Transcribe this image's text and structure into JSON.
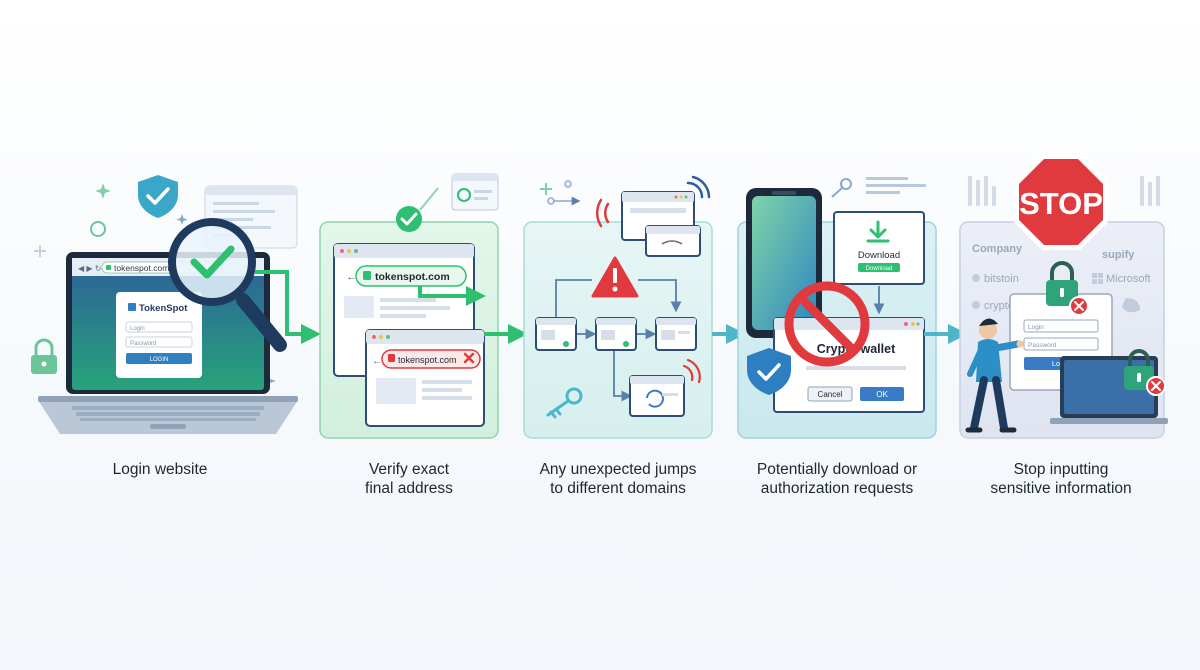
{
  "steps": [
    {
      "label_line1": "Login website",
      "label_line2": ""
    },
    {
      "label_line1": "Verify exact",
      "label_line2": "final address"
    },
    {
      "label_line1": "Any unexpected jumps",
      "label_line2": "to different domains"
    },
    {
      "label_line1": "Potentially download or",
      "label_line2": "authorization requests"
    },
    {
      "label_line1": "Stop inputting",
      "label_line2": "sensitive information"
    }
  ],
  "step1": {
    "url": "tokenspot.com",
    "brand": "TokenSpot",
    "login_placeholder": "Login",
    "password_placeholder": "Password",
    "login_button": "LOGIN"
  },
  "step2": {
    "good_url": "tokenspot.com",
    "bad_url": "tokenspot.com"
  },
  "step4": {
    "download_title": "Download",
    "download_button": "Download",
    "dialog_title": "Crypto wallet",
    "cancel_button": "Cancel",
    "ok_button": "OK"
  },
  "step5": {
    "stop_sign": "STOP",
    "companies": [
      "Company",
      "supify",
      "bitstoin",
      "Microsoft",
      "crypto"
    ],
    "login_placeholder": "Login",
    "password_placeholder": "Password",
    "login_button": "Login"
  },
  "colors": {
    "green": "#2fbf71",
    "teal": "#4db6c9",
    "red": "#e03a3e",
    "navy": "#1f3a5f",
    "blue": "#3a7bc8"
  }
}
